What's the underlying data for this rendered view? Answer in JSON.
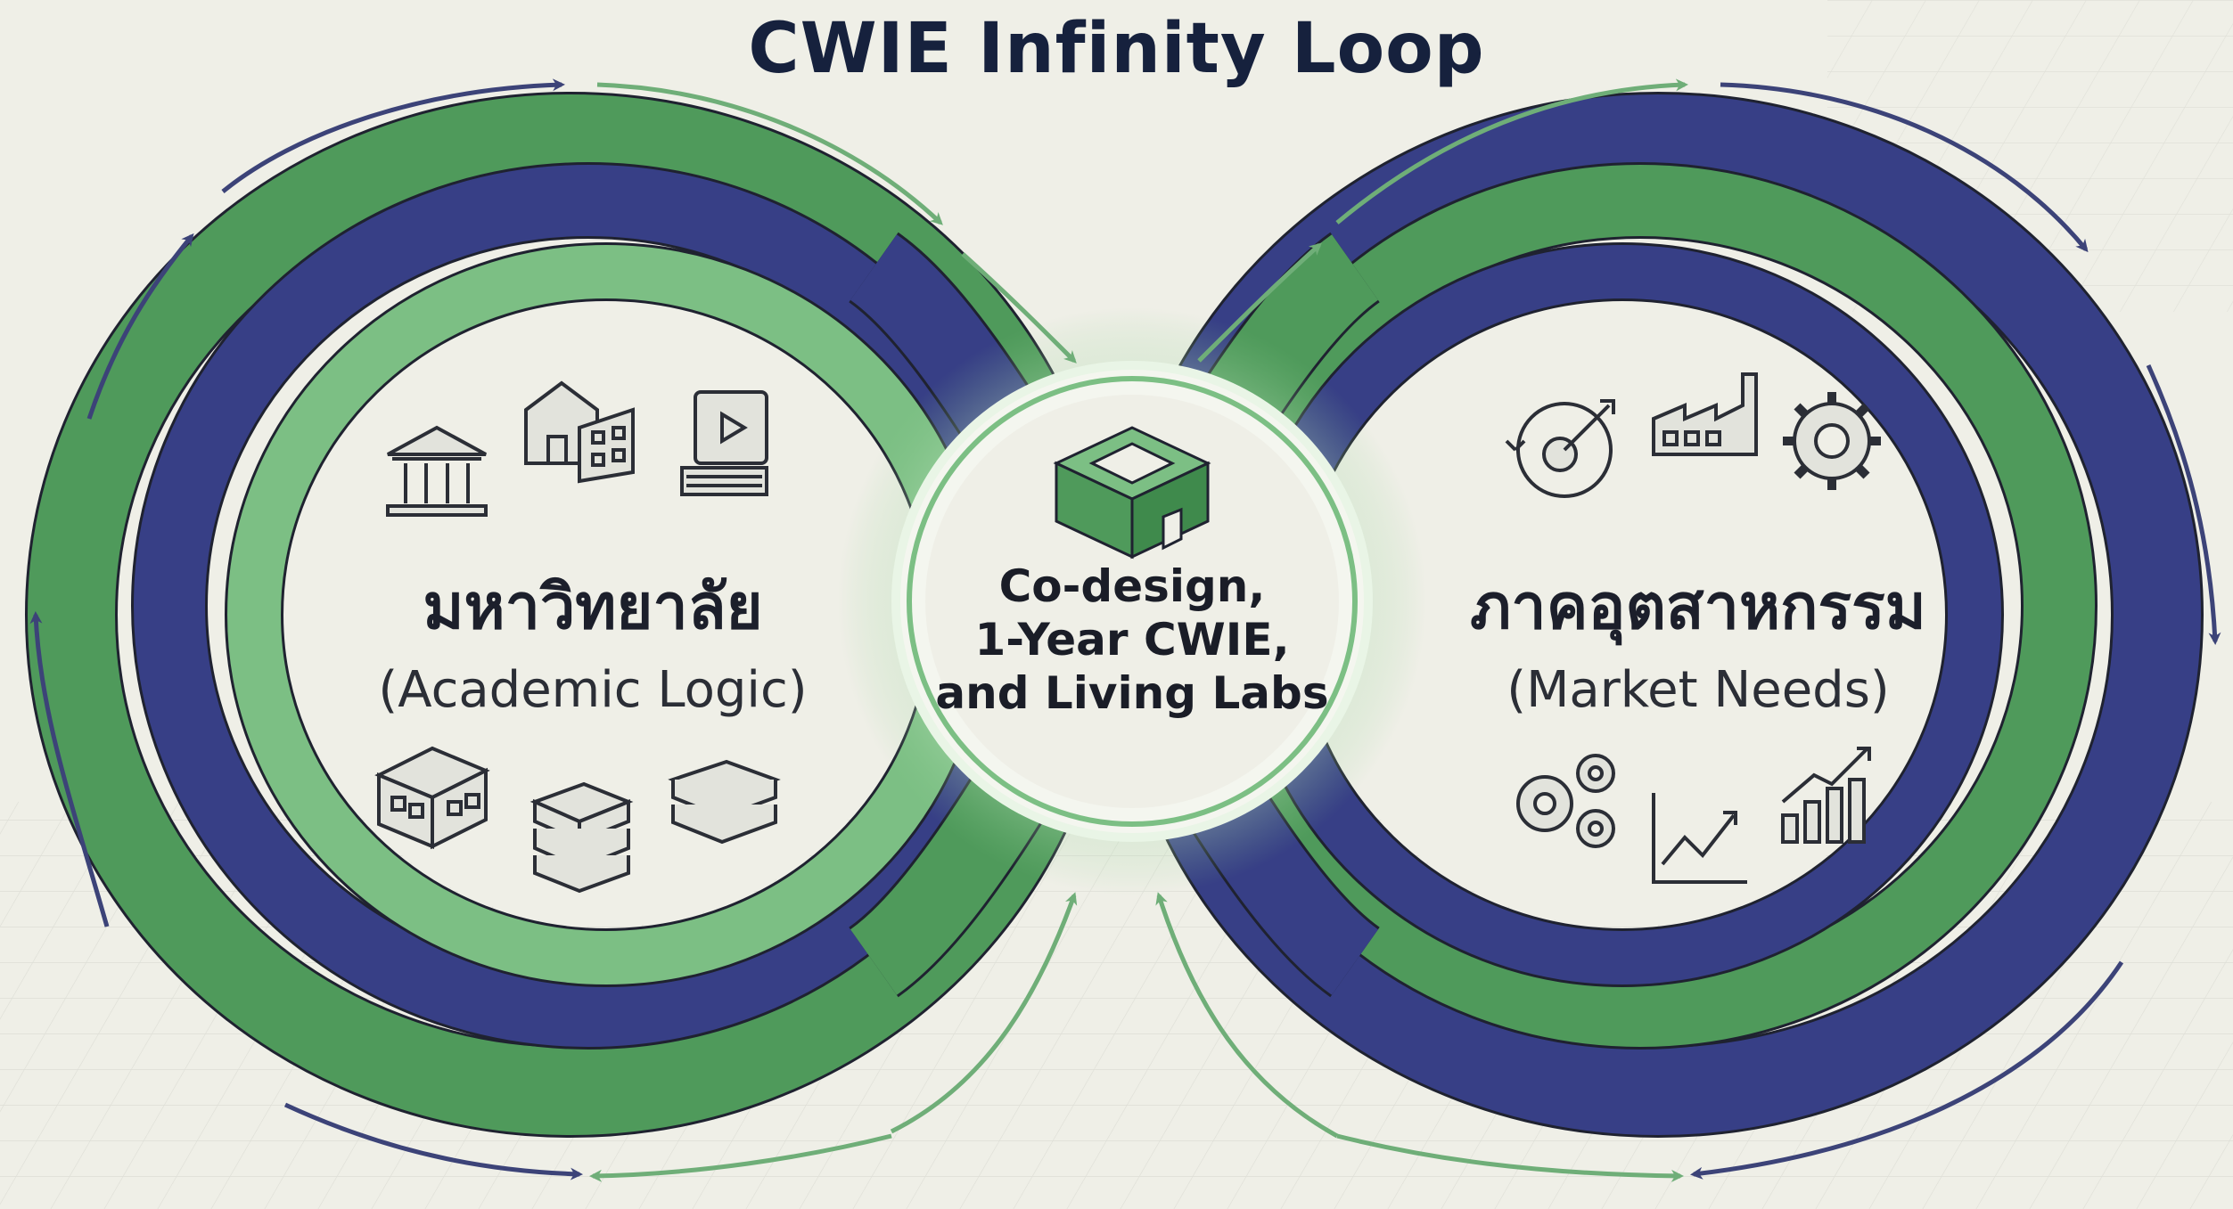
{
  "title": "CWIE Infinity Loop",
  "left": {
    "thai": "มหาวิทยาลัย",
    "english": "(Academic Logic)"
  },
  "right": {
    "thai": "ภาคอุตสาหกรรม",
    "english": "(Market Needs)"
  },
  "center": {
    "line1": "Co-design,",
    "line2": "1-Year CWIE,",
    "line3": "and Living Labs"
  },
  "colors": {
    "green": "#4f9a5b",
    "green_light": "#7cbf84",
    "navy": "#373f86",
    "arrow_green": "#6fae78",
    "arrow_navy": "#3c4378",
    "ink": "#2b2e36"
  },
  "icons_left": [
    "bank-icon",
    "school-building-icon",
    "video-lesson-icon",
    "campus-building-icon",
    "books-icon",
    "book-stack-icon"
  ],
  "icons_right": [
    "cycle-target-icon",
    "factory-icon",
    "gear-icon",
    "gears-icon",
    "line-chart-icon",
    "bar-chart-icon"
  ],
  "center_icon": "living-lab-box-icon"
}
